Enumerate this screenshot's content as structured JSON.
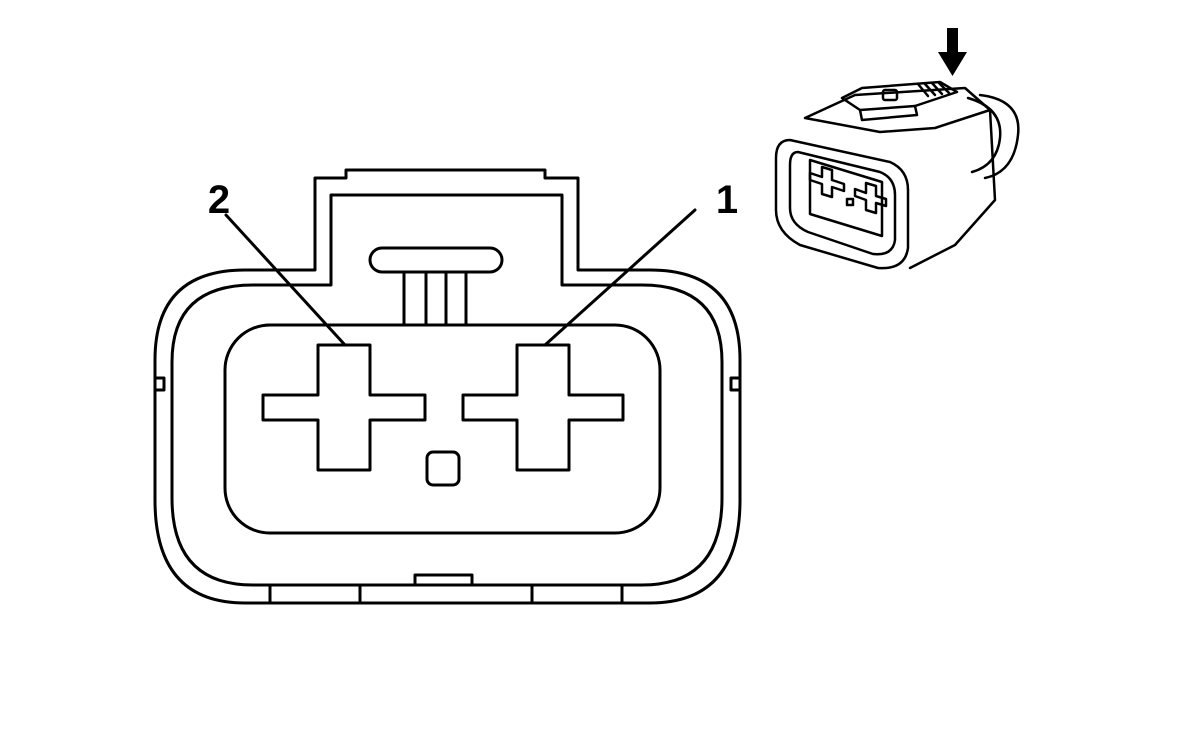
{
  "colors": {
    "line": "#000000",
    "fill": "#ffffff"
  },
  "pins": [
    {
      "number": "1",
      "role": "right-terminal"
    },
    {
      "number": "2",
      "role": "left-terminal"
    }
  ],
  "icons": {
    "arrow": "down-arrow-icon",
    "connector": "connector-3d-icon"
  }
}
